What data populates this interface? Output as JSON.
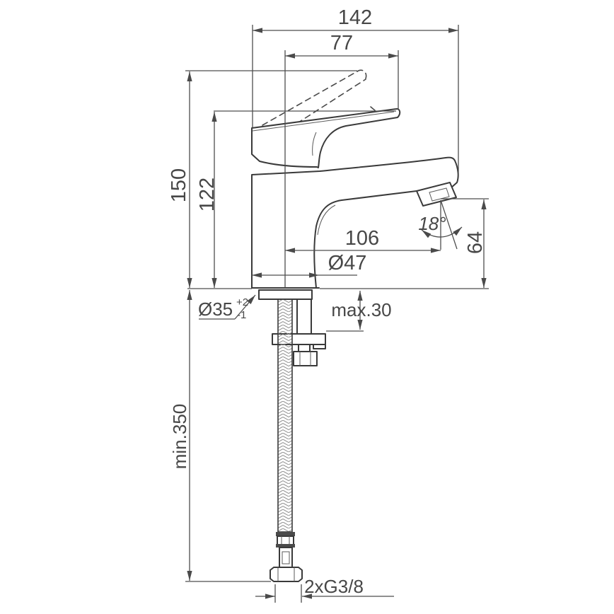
{
  "dimensions": {
    "total_width": "142",
    "handle_width": "77",
    "total_height": "150",
    "spout_top_height": "122",
    "spout_reach": "106",
    "base_diameter": "Ø47",
    "outlet_height": "64",
    "outlet_angle": "18°",
    "hole_diameter": "Ø35",
    "hole_tolerance_plus": "+2",
    "hole_tolerance_minus": "-1",
    "deck_thickness_max": "max.30",
    "hose_length_min": "min.350",
    "supply_connection": "2xG3/8"
  }
}
